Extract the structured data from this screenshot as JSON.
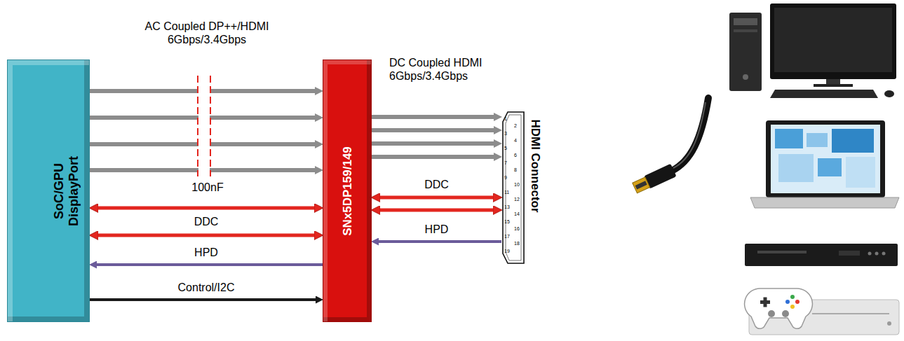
{
  "diagram": {
    "nodes": [
      {
        "text": [
          "SoC/GPU DisplayPort"
        ]
      },
      {
        "text": [
          "SNx5DP159/149"
        ]
      },
      {
        "text": [
          "HDMI Connector"
        ]
      }
    ],
    "edges": [
      {
        "from": 0,
        "to": 1,
        "arrow": "to"
      },
      {
        "from": 0,
        "to": 1,
        "arrow": "to"
      },
      {
        "from": 0,
        "to": 1,
        "arrow": "to"
      },
      {
        "from": 0,
        "to": 1,
        "arrow": "to"
      },
      {
        "from": 0,
        "to": 1,
        "arrow": "both"
      },
      {
        "from": 0,
        "to": 1,
        "arrow": "both"
      },
      {
        "from": 1,
        "to": 0,
        "arrow": "to",
        "label": "HPD"
      },
      {
        "from": 0,
        "to": 1,
        "arrow": "to",
        "label": "Control/I2C"
      },
      {
        "from": 1,
        "to": 2,
        "arrow": "to"
      },
      {
        "from": 1,
        "to": 2,
        "arrow": "to"
      },
      {
        "from": 1,
        "to": 2,
        "arrow": "to"
      },
      {
        "from": 1,
        "to": 2,
        "arrow": "to"
      },
      {
        "from": 1,
        "to": 2,
        "arrow": "both",
        "label": "DDC"
      },
      {
        "from": 1,
        "to": 2,
        "arrow": "both"
      },
      {
        "from": 2,
        "to": 1,
        "arrow": "to",
        "label": "HPD"
      }
    ],
    "labels": [
      "AC Coupled DP++/HDMI 6Gbps/3.4Gbps",
      "100nF",
      "DDC",
      "DC Coupled HDMI 6Gbps/3.4Gbps",
      "1",
      "2",
      "3",
      "4",
      "5",
      "6",
      "7",
      "8",
      "9",
      "10",
      "11",
      "12",
      "13",
      "14",
      "15",
      "16",
      "17",
      "18",
      "19"
    ]
  }
}
